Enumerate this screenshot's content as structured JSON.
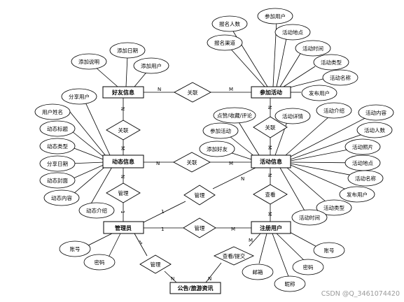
{
  "diagram": {
    "entities": {
      "friend_info": "好友信息",
      "join_activity": "参加活动",
      "dynamic_info": "动态信息",
      "activity_info": "活动信息",
      "admin": "管理员",
      "registered_user": "注册用户",
      "announcement": "公告/旅游资讯"
    },
    "relationships": {
      "rel_friend_join": "关联",
      "rel_friend_dynamic": "关联",
      "rel_join_activity": "关联",
      "rel_dynamic_activity": "关联",
      "rel_dynamic_admin": "管理",
      "rel_admin_activity": "管理",
      "rel_user_activity": "查看",
      "rel_admin_user": "管理",
      "rel_admin_announcement": "管理",
      "rel_user_announcement": "查看/提交"
    },
    "attributes": {
      "friend_add_desc": "添加说明",
      "friend_add_date": "添加日期",
      "friend_add_user": "添加用户",
      "join_signup_count": "报名人数",
      "join_join_user": "参加用户",
      "join_signup_channel": "报名渠道",
      "join_location": "活动地点",
      "join_time": "活动时间",
      "join_type": "活动类型",
      "join_name": "活动名称",
      "join_publisher": "发布用户",
      "dyn_share_user": "分享用户",
      "dyn_user_name": "用户姓名",
      "dyn_title": "动态标题",
      "dyn_type": "动态类型",
      "dyn_share_date": "分享日期",
      "dyn_cover": "动态封面",
      "dyn_content": "动态内容",
      "dyn_intro": "动态介绍",
      "act_interact": "点赞/收藏/评论",
      "act_join": "参加活动",
      "act_add_friend": "添加好友",
      "act_detail": "活动详情",
      "act_intro": "活动介绍",
      "act_content": "活动内容",
      "act_count": "活动人数",
      "act_photo": "活动照片",
      "act_location": "活动地点",
      "act_name": "活动名称",
      "act_publisher": "发布用户",
      "act_type": "活动类型",
      "act_time": "活动时间",
      "admin_account": "账号",
      "admin_password": "密码",
      "user_email": "邮箱",
      "user_nickname": "昵称",
      "user_password": "密码",
      "user_account": "账号"
    },
    "cardinalities": {
      "friend_rel_left": "N",
      "friend_rel_right": "M",
      "friend_down": "N",
      "dynamic_up": "M",
      "dynamic_rel_left": "N",
      "dynamic_rel_right": "M",
      "join_down": "N",
      "activity_up": "M",
      "dynamic_down": "N",
      "admin_up": "1",
      "admin_diag": "1",
      "activity_diag": "N",
      "activity_down": "N",
      "user_up": "M",
      "admin_rel": "1",
      "user_rel": "M",
      "admin_bottom": "1",
      "announce_left": "N",
      "announce_right": "N",
      "user_bottom": "M"
    }
  },
  "watermark": "CSDN @Q_3461074420"
}
